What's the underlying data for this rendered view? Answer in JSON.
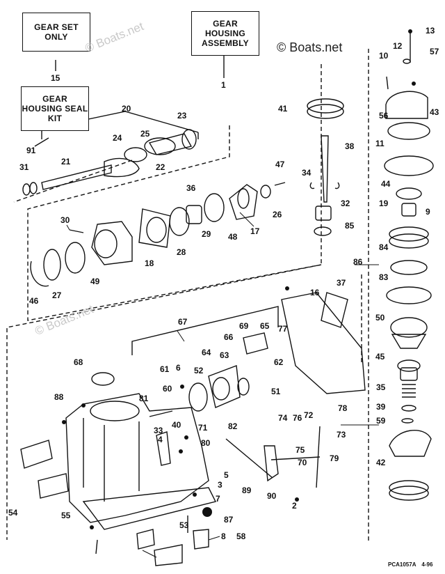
{
  "watermark": "© Boats.net",
  "boxes": {
    "gear_set": "GEAR SET ONLY",
    "gear_housing_assembly": "GEAR HOUSING ASSEMBLY",
    "seal_kit": "GEAR HOUSING SEAL KIT"
  },
  "parts": [
    "15",
    "1",
    "91",
    "20",
    "21",
    "22",
    "23",
    "24",
    "25",
    "31",
    "13",
    "12",
    "57",
    "10",
    "56",
    "43",
    "11",
    "41",
    "38",
    "34",
    "47",
    "36",
    "26",
    "17",
    "48",
    "29",
    "28",
    "30",
    "18",
    "49",
    "27",
    "46",
    "32",
    "85",
    "44",
    "19",
    "9",
    "84",
    "83",
    "86",
    "16",
    "37",
    "50",
    "45",
    "35",
    "39",
    "59",
    "42",
    "67",
    "68",
    "69",
    "65",
    "77",
    "66",
    "63",
    "62",
    "64",
    "52",
    "51",
    "61",
    "6",
    "60",
    "88",
    "81",
    "33",
    "40",
    "4",
    "71",
    "80",
    "82",
    "74",
    "76",
    "72",
    "78",
    "73",
    "75",
    "70",
    "79",
    "5",
    "90",
    "89",
    "2",
    "3",
    "7",
    "87",
    "55",
    "53",
    "8",
    "58",
    "54"
  ],
  "footer": {
    "code": "PCA1057A",
    "date": "4-96"
  }
}
